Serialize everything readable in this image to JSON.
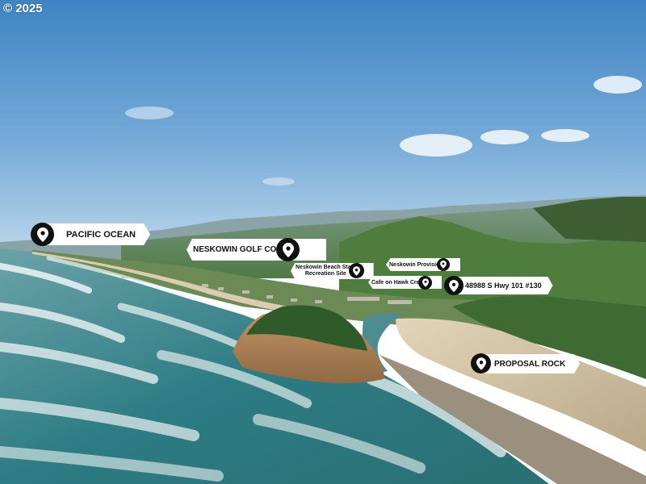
{
  "copyright": "© 2025",
  "markers": {
    "pacific_ocean": "PACIFIC OCEAN",
    "golf_course": "NESKOWIN GOLF COURSE",
    "beach_site_line1": "Neskowin Beach State",
    "beach_site_line2": "Recreation Site",
    "provisions": "Neskowin Provisions",
    "cafe": "Cafe on Hawk Creek",
    "address": "48988 S Hwy 101 #130",
    "proposal_rock": "PROPOSAL ROCK"
  },
  "icons": {
    "marker_pin": "map-pin-icon"
  },
  "colors": {
    "sky_top": "#3f86c6",
    "sky_horizon": "#a9cbe4",
    "ocean": "#2f7f86",
    "surf": "#e9f1f1",
    "sand": "#d8c6a6",
    "forest": "#3f6b33",
    "rock": "#b98a55",
    "label_bg": "#ffffff",
    "pin": "#111111"
  }
}
